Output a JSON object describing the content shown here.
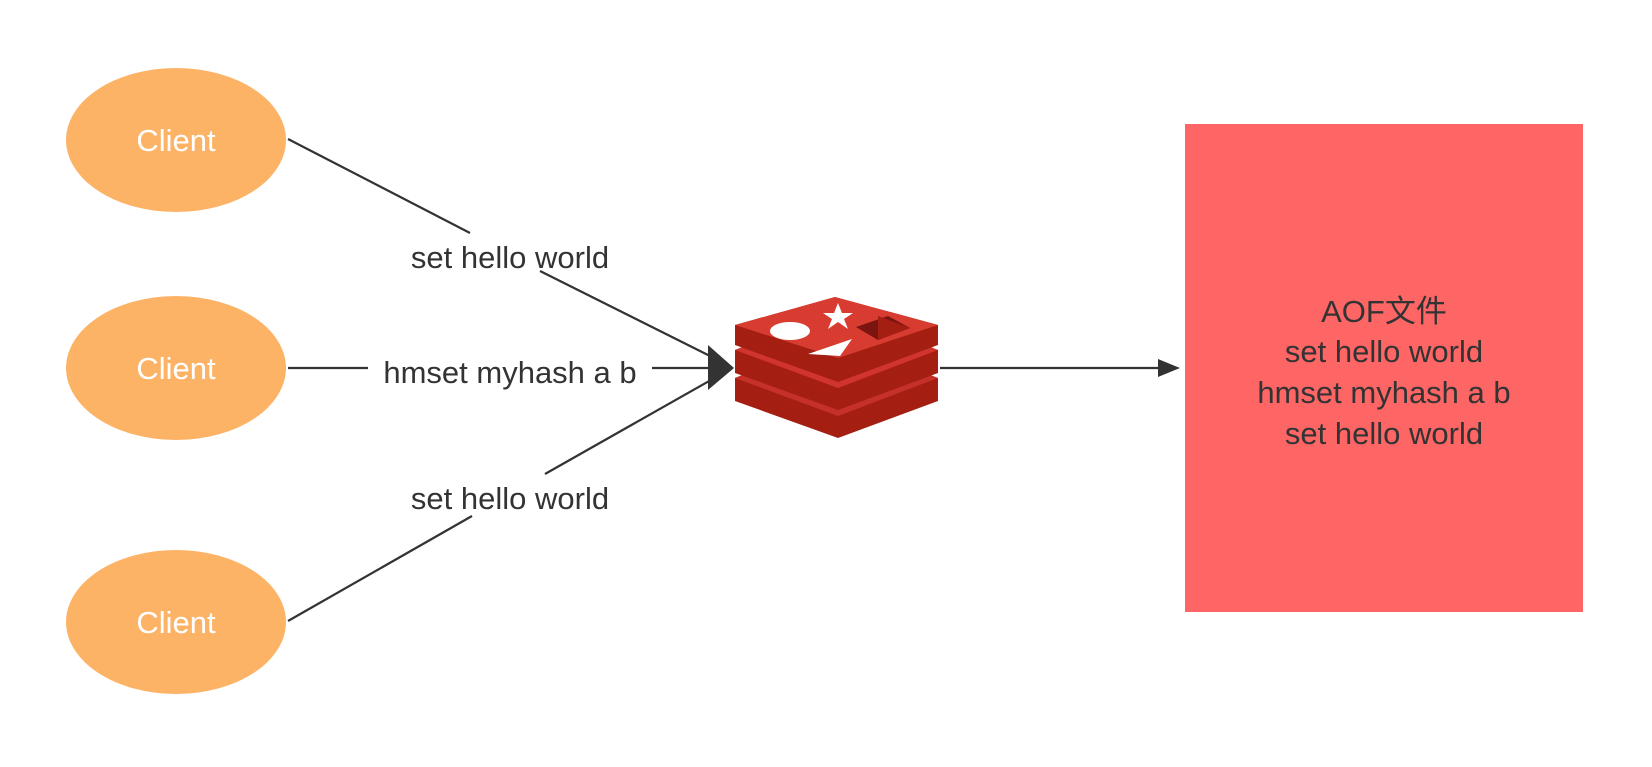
{
  "clients": [
    {
      "label": "Client"
    },
    {
      "label": "Client"
    },
    {
      "label": "Client"
    }
  ],
  "edges": [
    {
      "label": "set hello world"
    },
    {
      "label": "hmset myhash a b"
    },
    {
      "label": "set hello world"
    }
  ],
  "aof_box": {
    "lines": [
      "AOF文件",
      "set hello world",
      "hmset myhash a b",
      "set hello world"
    ]
  },
  "server_icon": "redis-logo-icon",
  "colors": {
    "client_fill": "#fdb366",
    "aof_fill": "#fe6565",
    "line": "#333333",
    "redis_red": "#c6302b",
    "redis_dark": "#a41e11"
  }
}
